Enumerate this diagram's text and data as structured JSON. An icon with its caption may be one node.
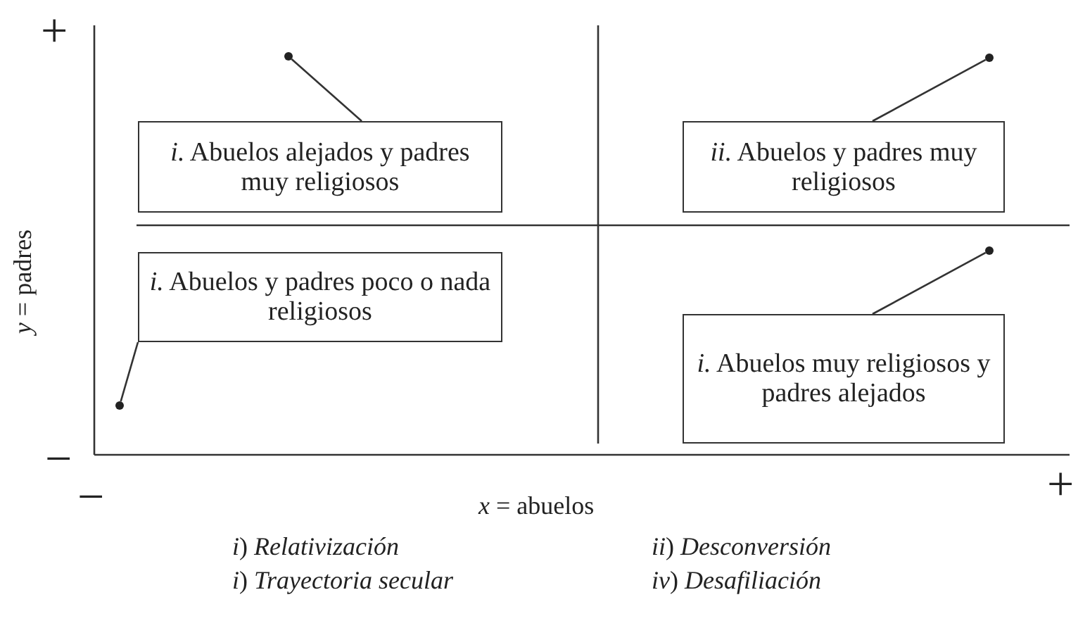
{
  "diagram": {
    "nodes": [
      {
        "text": [
          "*i.* Abuelos alejados y padres muy religiosos"
        ]
      },
      {
        "text": [
          "*ii.* Abuelos y padres muy religiosos"
        ]
      },
      {
        "text": [
          "*i.* Abuelos y padres poco o nada religiosos"
        ]
      },
      {
        "text": [
          "*i.* Abuelos  muy religiosos y padres alejados"
        ]
      },
      {
        "text": [],
        "shape": "circle"
      },
      {
        "text": [],
        "shape": "circle"
      },
      {
        "text": [],
        "shape": "circle"
      },
      {
        "text": [],
        "shape": "circle"
      }
    ],
    "edges": [
      {
        "from": 0,
        "to": 4,
        "arrow": "none"
      },
      {
        "from": 1,
        "to": 5,
        "arrow": "none"
      },
      {
        "from": 3,
        "to": 6,
        "arrow": "none"
      },
      {
        "from": 2,
        "to": 7,
        "arrow": "none"
      }
    ],
    "labels": [
      "+",
      "*y* = padres",
      "−",
      "−",
      "*x* = abuelos",
      "+",
      "*i*) *Relativización*",
      "*ii*) *Desconversión*",
      "*i*) *Trayectoria secular*",
      "*iv*) *Desafiliación*"
    ]
  }
}
